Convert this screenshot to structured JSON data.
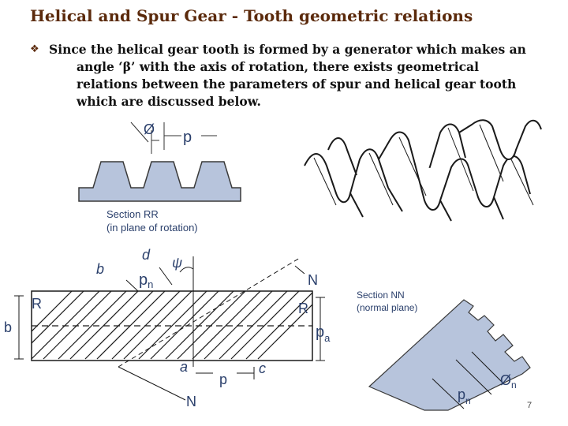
{
  "title": "Helical and Spur Gear - Tooth geometric relations",
  "bullet": {
    "marker": "v",
    "lines": [
      "Since the helical gear tooth is formed by a generator which makes an",
      "angle ‘β’ with the axis of rotation, there exists geometrical",
      "relations between the parameters of  spur and helical gear tooth",
      "which are discussed below."
    ]
  },
  "section_rr": {
    "phi": "Ø",
    "p": "p",
    "caption1": "Section RR",
    "caption2": "(in plane of rotation)"
  },
  "plan": {
    "b_top": "b",
    "d": "d",
    "psi": "ψ",
    "pn": "p",
    "pn_sub": "n",
    "N_top": "N",
    "R_left": "R",
    "R_right": "R",
    "b_left": "b",
    "pa": "p",
    "pa_sub": "a",
    "a": "a",
    "p_bottom": "p",
    "c": "c",
    "N_bottom": "N"
  },
  "section_nn": {
    "caption1": "Section NN",
    "caption2": "(normal plane)",
    "phin": "Ø",
    "phin_sub": "n",
    "pn": "p",
    "pn_sub": "n"
  },
  "page_number": "7",
  "colors": {
    "title": "#5b2a0c",
    "tooth_fill": "#b7c4dc",
    "diagram_text": "#2a3f6b"
  }
}
